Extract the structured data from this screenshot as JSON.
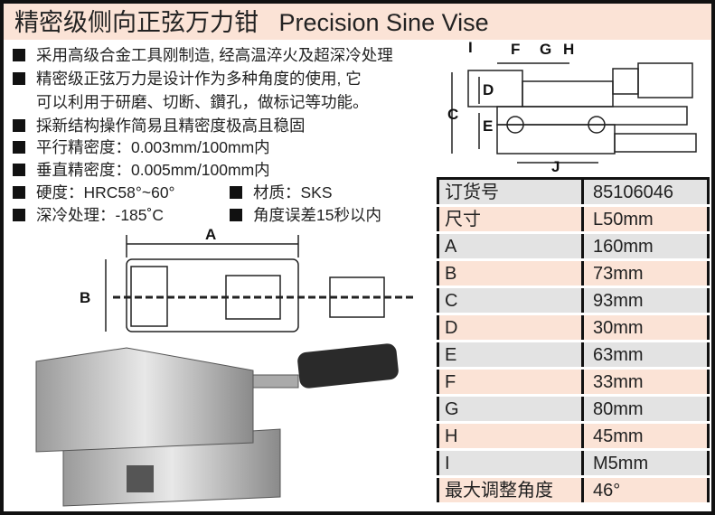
{
  "title": "精密级侧向正弦万力钳   Precision Sine Vise",
  "features": [
    {
      "text": "采用高级合金工具刚制造, 经高温淬火及超深冷处理"
    },
    {
      "text": "精密级正弦万力是设计作为多种角度的使用, 它"
    },
    {
      "text": "可以利用于研磨、切断、鑽孔，做标记等功能。",
      "continuation": true
    },
    {
      "text": "採新结构操作简易且精密度极高且稳固"
    },
    {
      "text": "平行精密度：0.003mm/100mm内"
    },
    {
      "text": "垂直精密度：0.005mm/100mm内"
    }
  ],
  "feature_pairs": [
    [
      "硬度：HRC58°~60°",
      "材质：SKS"
    ],
    [
      "深冷处理：-185˚C",
      "角度误差15秒以内"
    ]
  ],
  "diagram_labels": {
    "A": "A",
    "B": "B",
    "C": "C",
    "D": "D",
    "E": "E",
    "F": "F",
    "G": "G",
    "H": "H",
    "I": "I",
    "J": "J"
  },
  "specs": [
    {
      "key": "订货号",
      "value": "85106046"
    },
    {
      "key": "尺寸",
      "value": "L50mm"
    },
    {
      "key": "A",
      "value": "160mm"
    },
    {
      "key": "B",
      "value": "73mm"
    },
    {
      "key": "C",
      "value": "93mm"
    },
    {
      "key": "D",
      "value": "30mm"
    },
    {
      "key": "E",
      "value": "63mm"
    },
    {
      "key": "F",
      "value": "33mm"
    },
    {
      "key": "G",
      "value": "80mm"
    },
    {
      "key": "H",
      "value": "45mm"
    },
    {
      "key": "I",
      "value": "M5mm"
    },
    {
      "key": "最大调整角度",
      "value": "46°"
    }
  ]
}
